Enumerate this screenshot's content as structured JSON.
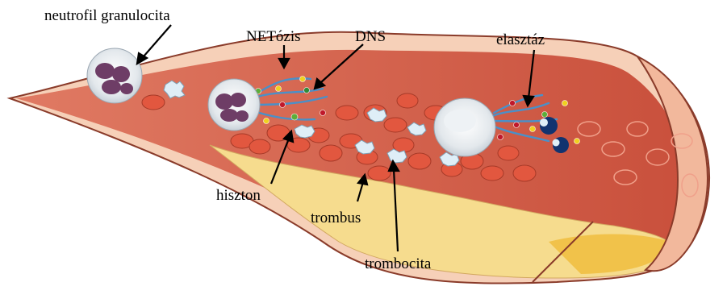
{
  "labels": {
    "neutrophil": "neutrofil granulocita",
    "netosis": "NETózis",
    "dna": "DNS",
    "elastase": "elasztáz",
    "histone": "hiszton",
    "thrombus": "trombus",
    "platelet": "trombocita"
  },
  "colors": {
    "vessel_wall": "#f6d0b8",
    "vessel_outline": "#8a3b2a",
    "lumen": "#d8634c",
    "red_blood_cell": "#e2573f",
    "plaque": "#f6dc8e",
    "platelet": "#dfeef7",
    "dna_strand": "#4a90c8",
    "elastase": "#12336f",
    "nucleus": "#6e3d66",
    "neutrophil": "#e6eaee"
  }
}
